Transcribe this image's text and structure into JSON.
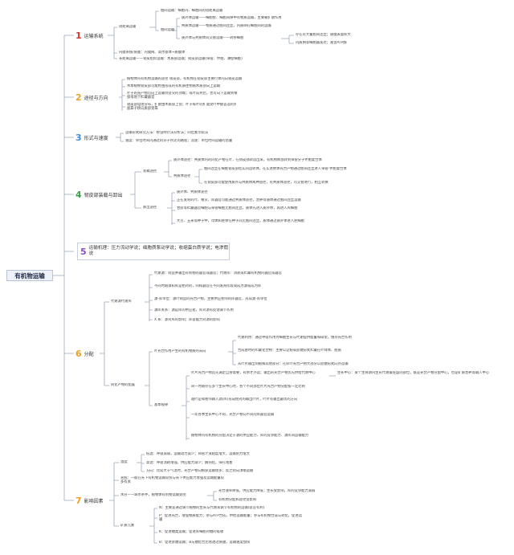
{
  "root": "有机物运输",
  "colors": {
    "red": "#d9342b",
    "orange": "#f0a020",
    "blue": "#3b8ed8",
    "green": "#3aa54a",
    "purple": "#8a4fc0",
    "line": "#9aa7b8"
  },
  "s1": {
    "num": "1",
    "label": "运输系统",
    "short": "短距离运输",
    "cell": "胞间运输：细胞内、细胞间的短距离运输",
    "intercell": "胞间运输",
    "sym": "质外体运输——细胞壁、细胞间隙中有物质运输，主要被扩散作用",
    "co": "共质体运输——物质通过胞间连丝，内质网在细胞间的运输",
    "cross": "质外体与共质体间交替运输——转移细胞",
    "note1": "存在有大量胞间连丝；质膜表面积大",
    "note2": "内质网等细胞器发达；富含ATP酶",
    "membrane": "内膜系统/质膜：内膜网、高尔基体→质膜体",
    "long": "长距离运输——韧皮组织运输：木质部运输；韧皮部运输(筛管、伴胞、薄壁细胞)"
  },
  "s2": {
    "num": "2",
    "label": "途径与方向",
    "items": [
      "植物体内有机物运输的途径 韧皮部，有机物在韧皮部主要行体内向韧皮运输",
      "木本植物韧皮部可能经由形成的有机质往物质木质部向上运输",
      "叶子的光产物可向上运输到茎尖的顶端；或叶成熟后，也可向下运输到根部或地下贮藏器官",
      "韧皮部电场分布，扩散由木质部上会；叶子每叶的扩面受叶中额首运的扩面靠子移向质部受靠"
    ]
  },
  "s3": {
    "num": "3",
    "label": "形式与速度",
    "items": [
      "运输形式研究方法：蚜虫吻针法分析法；同位素示踪法",
      "速度：单位时间内通过的分子所走的路程；流速：单位时间运输的总量"
    ]
  },
  "s4": {
    "num": "4",
    "label": "韧皮部装载与卸出",
    "load": "装载途径",
    "apo": "质外体途径：共质体内的同化产物在叶，在韧皮部转运出来，有机物释放转到筛管分子伴胞复合体",
    "sym": "共质体途径",
    "sym1": "胞间连丝在细胞韧皮部结实间运转体，在实进依体光合产物通过胞间连丝进入筛管-伴胞复合体",
    "sym2": "在韧皮部可能使用质外与共质体两种途径，有共质体途径，可交替进行，相互转换",
    "unload": "卸出途径",
    "u1": "质外体、共质体途径",
    "u2": "正在发育的叶、根尖、库器官可能通过共质体途径，营养等质体通过胞间连丝运输",
    "u3": "甘蔗等贮藏器官细胞与筛管细胞无胞间连丝，质体先进入质外体，再进入库细胞",
    "u4": "大豆、玉米等种子中，母体和胚体在种子间无胞间连丝，质体通过质外体进入胚细胞"
  },
  "s5": {
    "num": "5",
    "label": "运输机理：压力流动学说；细胞质泵动学说；收缩蛋白质学说；电渗假说"
  },
  "s6": {
    "num": "6",
    "label": "分配",
    "source": "代谢源代谢库",
    "src1": "代谢源：制造并输出有机物的器官或器官；代谢库：消耗或贮藏有机物的器官或器官",
    "src2": "不同时期源和库是相对的，同样器官在不同发育阶段或成为源或成为库",
    "src3": "源-库单位：源叶制造的光合产物，主要供应相邻的库器官，形成源-库单位",
    "src4": "源库关系：源是库的供应者，库对源有反馈调节作用",
    "src5": "X 系：源对库的影响；库容能力对源的影响",
    "rule": "同化产物的配置",
    "r1": "叶光合作用产生的有机物质的去向",
    "r11": "代谢利用：通过呼吸作用为细胞生长与代谢提供能量和碳架，维持光合作用",
    "r12": "合成暂时的贮藏化合物：主要以淀粉或蔗糖形式贮藏在叶绿体、胞质",
    "r13": "从叶片输出到植株其他部分：在库叶光合产物大部分以蔗糖形式向外运输",
    "dist": "基本规律",
    "d1": "叶片光合产物首先满足自身需要，有余才外运；输出的光合产物优先供给代谢中心",
    "d1n": "生长中心：某个生育期内生长代谢最旺盛的部位，既是光合产物分配中心，也是矿质营养等输入中心",
    "d2": "同一时期存在多个生长中心时，各个不同部位叶片光合产物分配按一定比例",
    "d3": "越叶是和相邻输入源(库)形成相对的输出叶片，叶片有输出最优的方向",
    "d4": "一年各季生长中心不同，光合产物向不同的库器官运输",
    "d5": "植物体内有机物的分配决定于源的供应能力、库的竞争能力、源库间运输能力"
  },
  "s7": {
    "num": "7",
    "label": "影响因素",
    "temp": "温度",
    "t1": "低温：呼吸减弱，运输动力减少；筛管汁液粘度增大，运输阻力增大",
    "t2": "高温：呼吸消耗增强，供应能力减少；酶钝化，筛孔堵塞",
    "t3": "方向：比较大于气温时，光合产物向根部运输增多；反之则向顶端运输",
    "light": "光照：一般在光下有机物运输较快与光下供应能力增强及运输能量较多有关",
    "water": "水分——缺水条件，植物体有机物运输受阻",
    "w1": "光合速率降低，供应能力降低；生长受影响，库的竞争能力减弱",
    "w2": "有机物分配和途径受影响",
    "mineral": "矿质元素",
    "m1": "N：主要是通过调节植物的生长与代谢来调节有机物的运输(适宜有利)",
    "m2": "P：促进光合，增强物质能力；参与ATP合成，供给运输能量；参与有机物合成与转化，促进运输",
    "m3": "K：促进糖类运输；促进库细胞对糖的吸收",
    "m4": "B：促进蔗糖运输；B与糖结合后易透过质膜，运输速度加快"
  }
}
